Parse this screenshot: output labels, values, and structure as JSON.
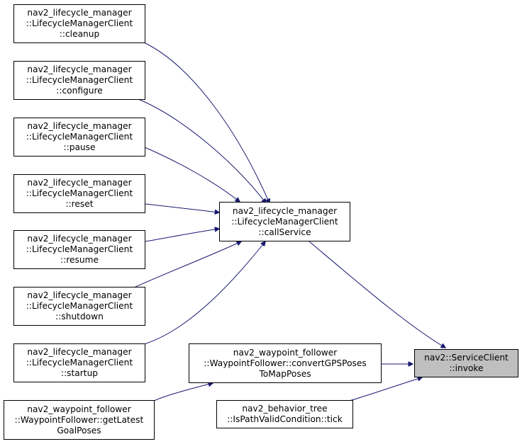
{
  "nodes": {
    "cleanup": {
      "lines": [
        "nav2_lifecycle_manager",
        "::LifecycleManagerClient",
        "::cleanup"
      ]
    },
    "configure": {
      "lines": [
        "nav2_lifecycle_manager",
        "::LifecycleManagerClient",
        "::configure"
      ]
    },
    "pause": {
      "lines": [
        "nav2_lifecycle_manager",
        "::LifecycleManagerClient",
        "::pause"
      ]
    },
    "reset": {
      "lines": [
        "nav2_lifecycle_manager",
        "::LifecycleManagerClient",
        "::reset"
      ]
    },
    "resume": {
      "lines": [
        "nav2_lifecycle_manager",
        "::LifecycleManagerClient",
        "::resume"
      ]
    },
    "shutdown": {
      "lines": [
        "nav2_lifecycle_manager",
        "::LifecycleManagerClient",
        "::shutdown"
      ]
    },
    "startup": {
      "lines": [
        "nav2_lifecycle_manager",
        "::LifecycleManagerClient",
        "::startup"
      ]
    },
    "call_service": {
      "lines": [
        "nav2_lifecycle_manager",
        "::LifecycleManagerClient",
        "::callService"
      ]
    },
    "convert_gps": {
      "lines": [
        "nav2_waypoint_follower",
        "::WaypointFollower::convertGPSPoses",
        "ToMapPoses"
      ]
    },
    "get_latest": {
      "lines": [
        "nav2_waypoint_follower",
        "::WaypointFollower::getLatest",
        "GoalPoses"
      ]
    },
    "tick": {
      "lines": [
        "nav2_behavior_tree",
        "::IsPathValidCondition::tick"
      ]
    },
    "invoke": {
      "lines": [
        "nav2::ServiceClient",
        "::invoke"
      ]
    }
  },
  "colors": {
    "edge": "#191970",
    "node_border": "#000000",
    "highlight_fill": "#bfbfbf"
  }
}
